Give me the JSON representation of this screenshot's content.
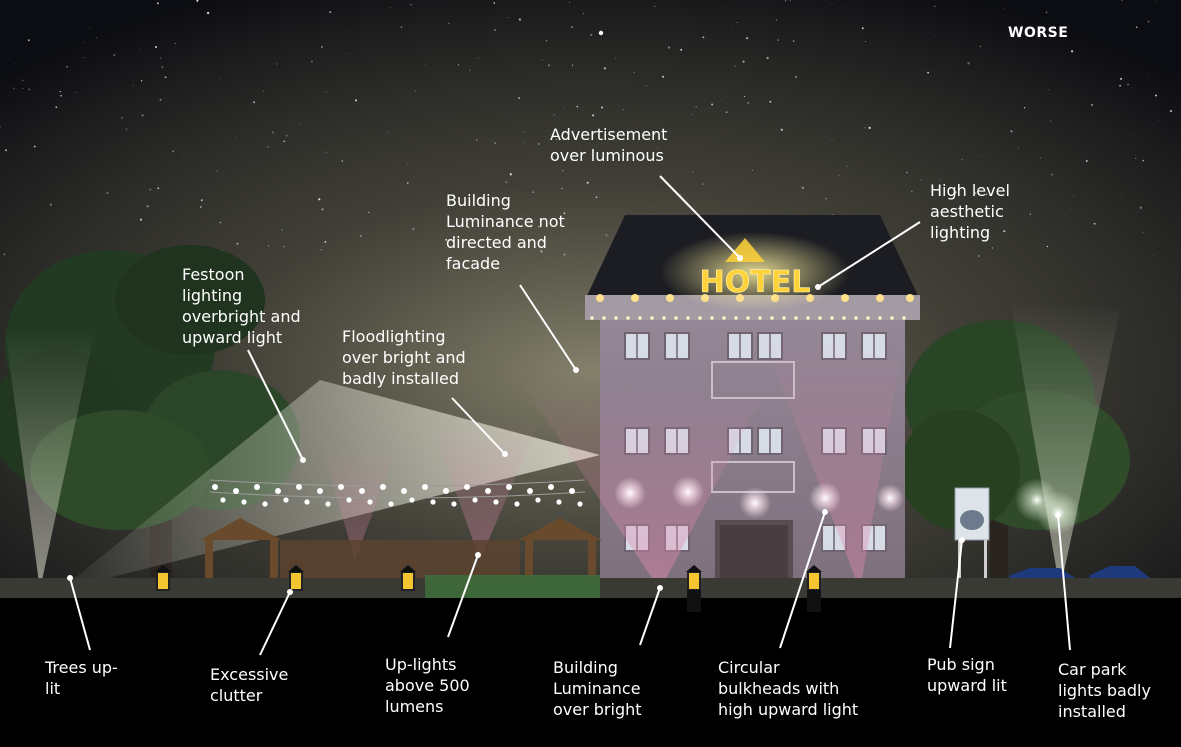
{
  "badge": "WORSE",
  "sign_text": "HOTEL",
  "colors": {
    "sky_top": "#0b0c10",
    "sky_glow": "#5a574a",
    "ground": "#000000",
    "building": "#8c7f8a",
    "roof": "#1c1d22",
    "sign": "#ffd23a",
    "pink_beam": "#d86a9a",
    "white_beam": "#e8e8d0",
    "label": "#ffffff"
  },
  "labels": {
    "advertisement": "Advertisement\nover luminous",
    "high_level": "High level\naesthetic\nlighting",
    "building_not_directed": "Building\nLuminance not\ndirected and\nfacade",
    "festoon": "Festoon\nlighting\noverbright and\nupward light",
    "floodlighting": "Floodlighting\nover bright and\nbadly installed",
    "trees": "Trees up-\nlit",
    "clutter": "Excessive\nclutter",
    "uplights": "Up-lights\nabove 500\nlumens",
    "building_over_bright": "Building\nLuminance\nover bright",
    "bulkheads": "Circular\nbulkheads with\nhigh upward light",
    "pub_sign": "Pub sign\nupward lit",
    "car_park": "Car park\nlights badly\ninstalled"
  }
}
